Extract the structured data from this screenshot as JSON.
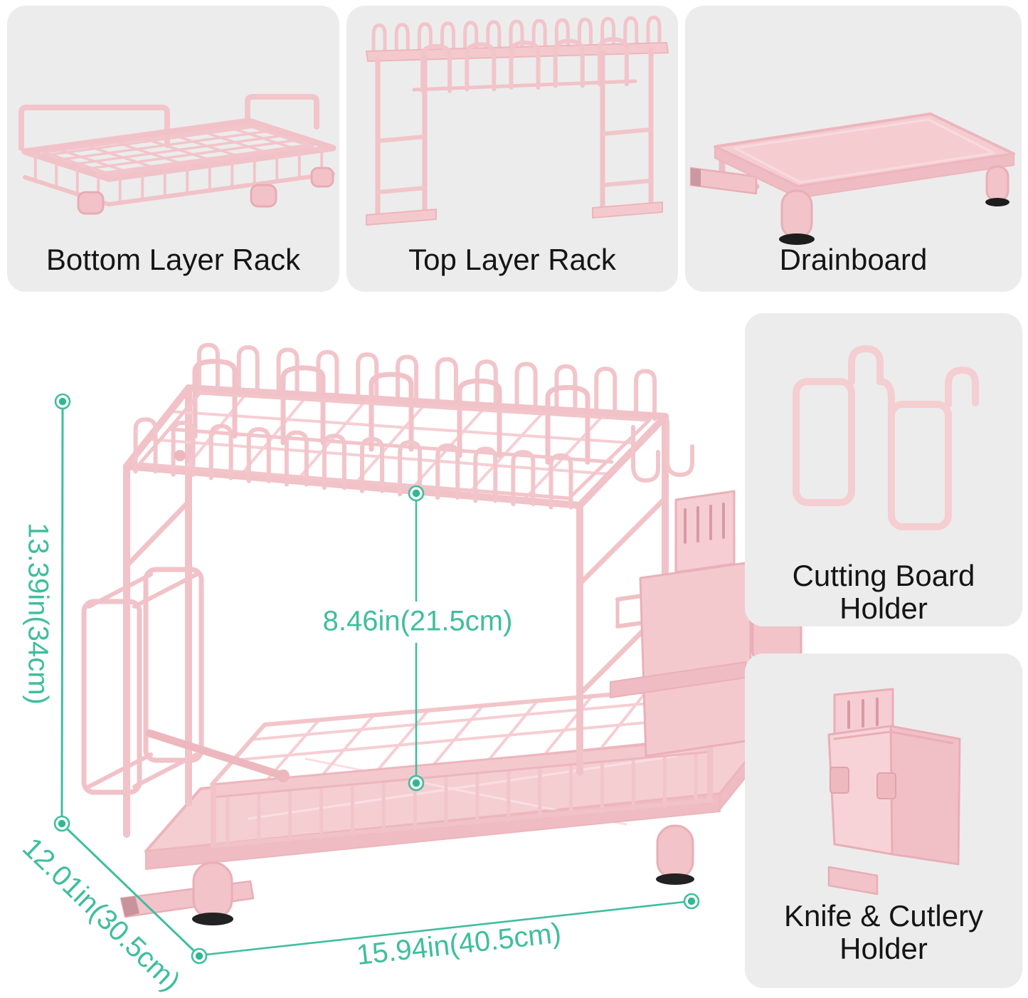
{
  "panels": {
    "bottom_layer_rack": {
      "label": "Bottom Layer Rack"
    },
    "top_layer_rack": {
      "label": "Top Layer Rack"
    },
    "drainboard": {
      "label": "Drainboard"
    },
    "cutting_board_holder": {
      "label": "Cutting Board Holder"
    },
    "knife_cutlery_holder": {
      "label": "Knife & Cutlery Holder"
    }
  },
  "dimensions": {
    "height": "13.39in(34cm)",
    "upper_clearance": "8.46in(21.5cm)",
    "depth": "12.01in(30.5cm)",
    "width": "15.94in(40.5cm)"
  },
  "colors": {
    "accent_teal": "#3FBE9E",
    "product_pink": "#F2C5CA",
    "product_pink_dark": "#E9AEB6",
    "panel_background": "#ECECEC",
    "label_text": "#151515"
  }
}
